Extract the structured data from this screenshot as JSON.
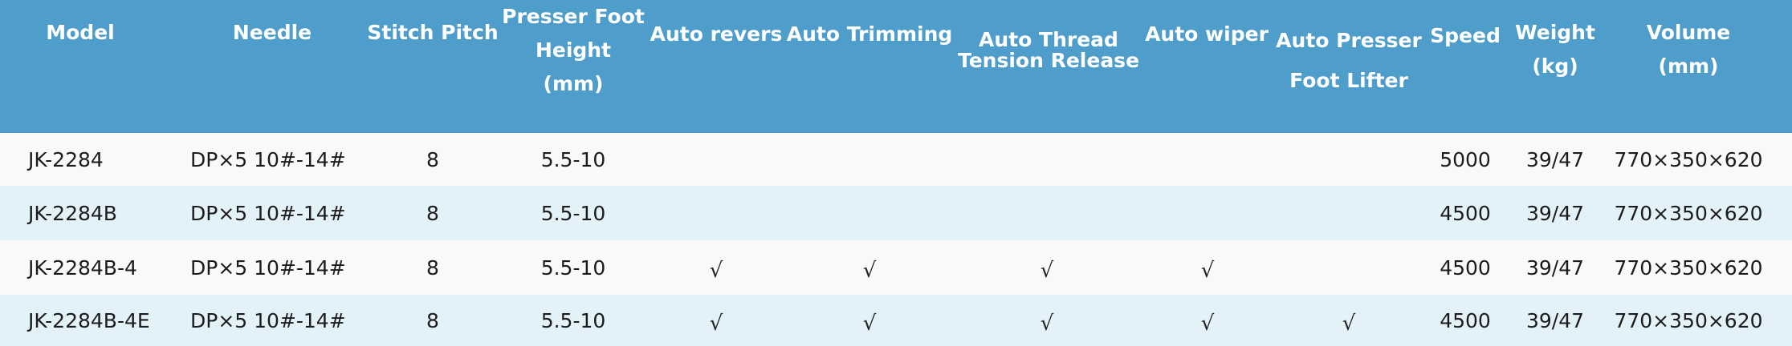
{
  "header": {
    "model": [
      "Model"
    ],
    "needle": [
      "Needle"
    ],
    "stitch_pitch": [
      "Stitch Pitch"
    ],
    "presser_foot_height": [
      "Presser Foot",
      "Height",
      "(mm)"
    ],
    "auto_revers": [
      "Auto revers"
    ],
    "auto_trimming": [
      "Auto Trimming"
    ],
    "auto_thread_tension_release": [
      "Auto Thread",
      "Tension Release"
    ],
    "auto_wiper": [
      "Auto wiper"
    ],
    "auto_presser_foot_lifter": [
      "Auto Presser",
      "Foot Lifter"
    ],
    "speed": [
      "Speed"
    ],
    "weight": [
      "Weight",
      "(kg)"
    ],
    "volume": [
      "Volume",
      "(mm)"
    ]
  },
  "rows": [
    {
      "model": "JK-2284",
      "needle": "DP×5 10#-14#",
      "stitch_pitch": "8",
      "presser_foot_height": "5.5-10",
      "auto_revers": "",
      "auto_trimming": "",
      "auto_thread_tension_release": "",
      "auto_wiper": "",
      "auto_presser_foot_lifter": "",
      "speed": "5000",
      "weight": "39/47",
      "volume": "770×350×620"
    },
    {
      "model": "JK-2284B",
      "needle": "DP×5 10#-14#",
      "stitch_pitch": "8",
      "presser_foot_height": "5.5-10",
      "auto_revers": "",
      "auto_trimming": "",
      "auto_thread_tension_release": "",
      "auto_wiper": "",
      "auto_presser_foot_lifter": "",
      "speed": "4500",
      "weight": "39/47",
      "volume": "770×350×620"
    },
    {
      "model": "JK-2284B-4",
      "needle": "DP×5 10#-14#",
      "stitch_pitch": "8",
      "presser_foot_height": "5.5-10",
      "auto_revers": "√",
      "auto_trimming": "√",
      "auto_thread_tension_release": "√",
      "auto_wiper": "√",
      "auto_presser_foot_lifter": "",
      "speed": "4500",
      "weight": "39/47",
      "volume": "770×350×620"
    },
    {
      "model": "JK-2284B-4E",
      "needle": "DP×5 10#-14#",
      "stitch_pitch": "8",
      "presser_foot_height": "5.5-10",
      "auto_revers": "√",
      "auto_trimming": "√",
      "auto_thread_tension_release": "√",
      "auto_wiper": "√",
      "auto_presser_foot_lifter": "√",
      "speed": "4500",
      "weight": "39/47",
      "volume": "770×350×620"
    }
  ],
  "colors": {
    "header_bg": "#4f9dca",
    "row_odd_bg": "#f9f9f9",
    "row_even_bg": "#e3f1f8"
  }
}
